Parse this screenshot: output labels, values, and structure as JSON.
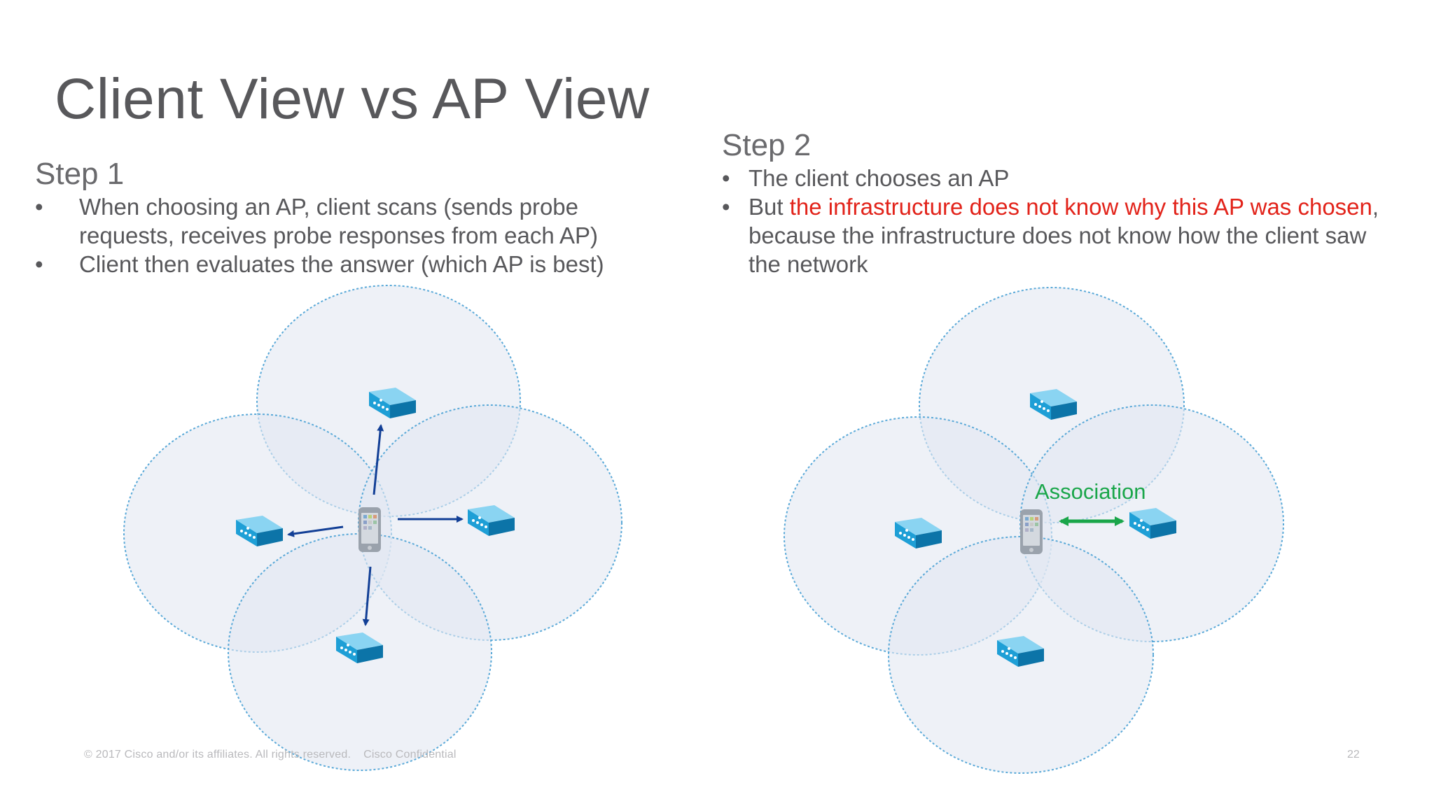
{
  "slide": {
    "title": "Client View vs AP View",
    "step1": {
      "title": "Step 1",
      "bullets": [
        "When choosing an AP, client scans (sends probe requests, receives probe responses from each AP)",
        "Client then evaluates the answer (which AP is best)"
      ]
    },
    "step2": {
      "title": "Step 2",
      "bullets": [
        {
          "text_before": "The client chooses an AP",
          "highlight": "",
          "text_after": ""
        },
        {
          "text_before": "But ",
          "highlight": "the infrastructure does not know why this AP was chosen",
          "text_after": ", because the infrastructure does not know how the client saw the network"
        }
      ]
    },
    "bullet_symbol": "•",
    "association_label": "Association",
    "footer": {
      "copyright": "© 2017  Cisco and/or its affiliates. All rights reserved.",
      "confidential": "Cisco Confidential",
      "page_number": "22"
    },
    "icons": {
      "access_point": "access-point-icon",
      "client_device": "smartphone-icon",
      "probe_arrow": "probe-arrow-icon",
      "association_arrow": "double-arrow-icon"
    },
    "colors": {
      "title_text": "#58585b",
      "highlight_text": "#e2231a",
      "association_text": "#1aa64a",
      "coverage_fill": "#e3e8f1",
      "coverage_border": "#5aa9d8",
      "access_point": "#1e9fd6",
      "probe_arrow": "#123f96",
      "association_arrow": "#1aa64a"
    }
  }
}
